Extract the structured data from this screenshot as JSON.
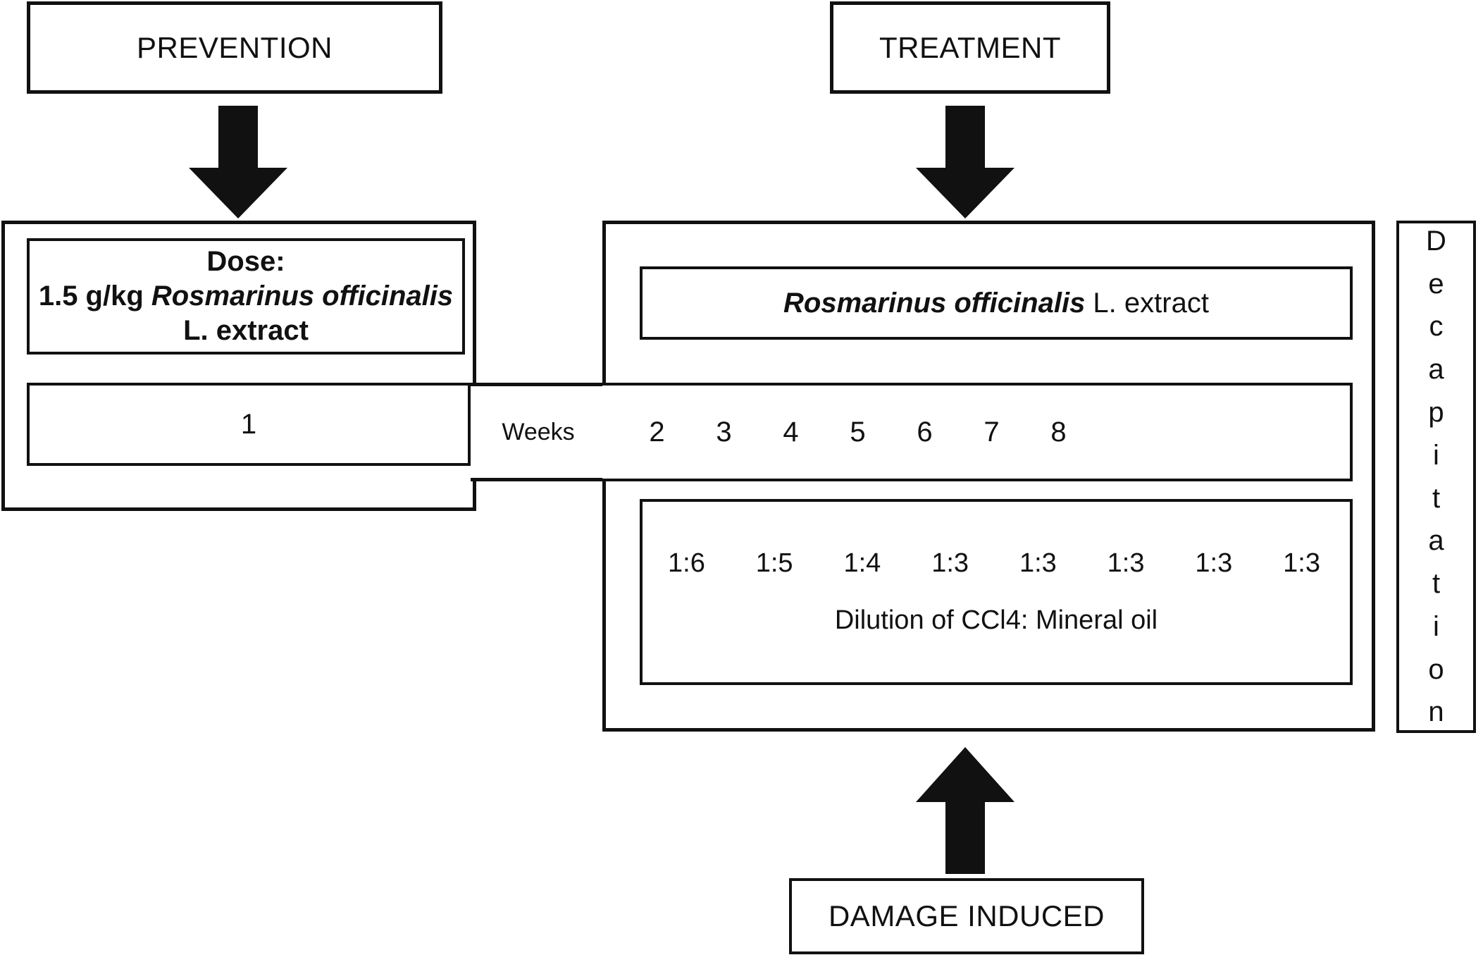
{
  "diagram": {
    "title_boxes": {
      "prevention": "PREVENTION",
      "treatment": "TREATMENT",
      "damage": "DAMAGE INDUCED"
    },
    "prevention": {
      "dose_heading": "Dose:",
      "dose_amount": "1.5 g/kg ",
      "dose_species": "Rosmarinus officinalis",
      "dose_suffix": "L. extract",
      "week": "1"
    },
    "weeks_label": "Weeks",
    "treatment": {
      "extract_species": "Rosmarinus officinalis",
      "extract_suffix": " L. extract",
      "weeks": [
        "2",
        "3",
        "4",
        "5",
        "6",
        "7",
        "8"
      ],
      "dilutions": [
        "1:6",
        "1:5",
        "1:4",
        "1:3",
        "1:3",
        "1:3",
        "1:3",
        "1:3"
      ],
      "dilution_caption": "Dilution of CCl4: Mineral oil"
    },
    "decapitation": {
      "text": "Decapitation",
      "letters": [
        "D",
        "e",
        "c",
        "a",
        "p",
        "i",
        "t",
        "a",
        "t",
        "i",
        "o",
        "n"
      ]
    },
    "arrows": {
      "prevention_arrow": "arrow-down-icon",
      "treatment_arrow": "arrow-down-icon",
      "damage_arrow": "arrow-up-icon"
    },
    "colors": {
      "stroke": "#111111",
      "background": "#ffffff"
    }
  }
}
